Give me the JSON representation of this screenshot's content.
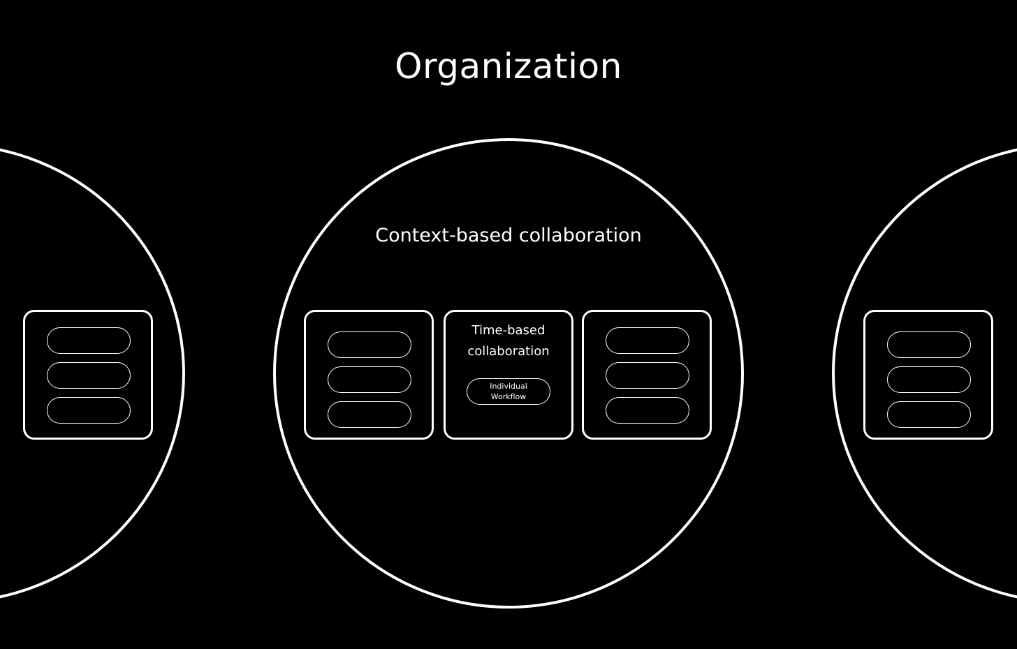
{
  "diagram": {
    "title": "Organization",
    "center_circle": {
      "label": "Context-based collaboration",
      "time_box": {
        "title": "Time-based collaboration",
        "workflow_label": "Individual Workflow"
      }
    }
  },
  "colors": {
    "background": "#000000",
    "stroke": "#ffffff",
    "text": "#ffffff"
  }
}
